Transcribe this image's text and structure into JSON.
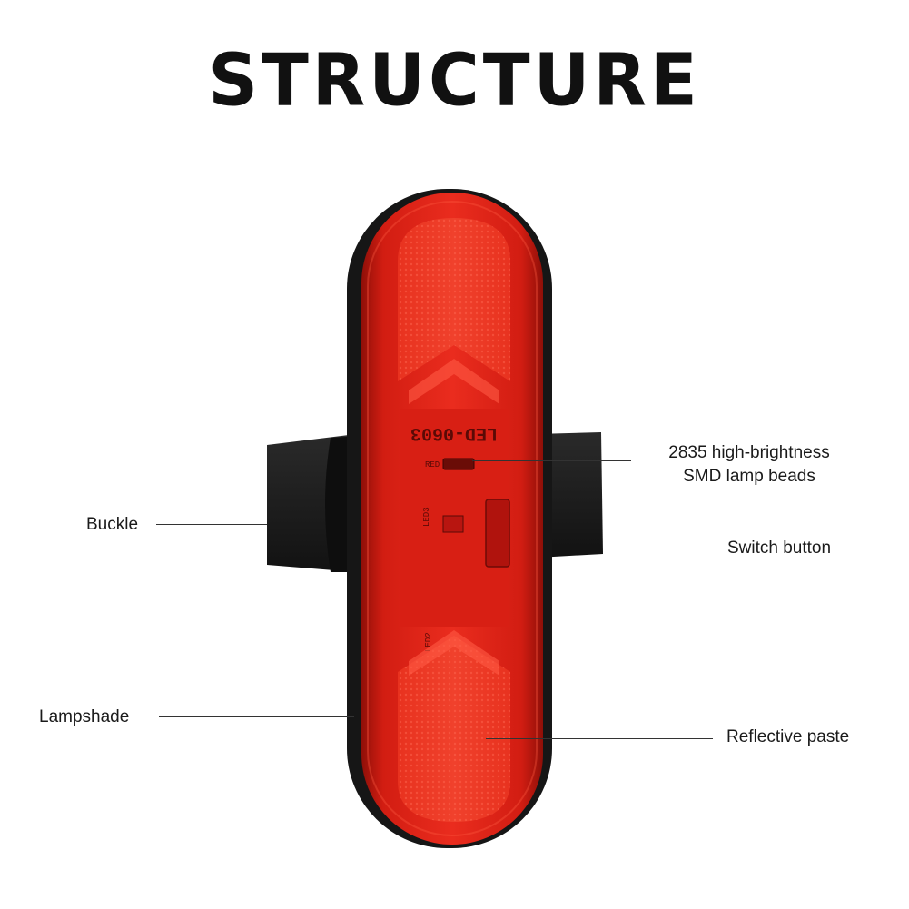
{
  "title": "STRUCTURE",
  "labels": {
    "lamp_beads": [
      "2835 high-brightness",
      "SMD lamp beads"
    ],
    "buckle": "Buckle",
    "switch_button": "Switch button",
    "lampshade": "Lampshade",
    "reflective_paste": "Reflective paste"
  },
  "pcb_text": {
    "model": "LED-0603",
    "red": "RED",
    "led3": "LED3",
    "led2": "LED2"
  },
  "colors": {
    "lens": "#e0241a",
    "lens_dark": "#a3120c",
    "housing": "#1b1b1b",
    "text": "#1a1a1a"
  }
}
